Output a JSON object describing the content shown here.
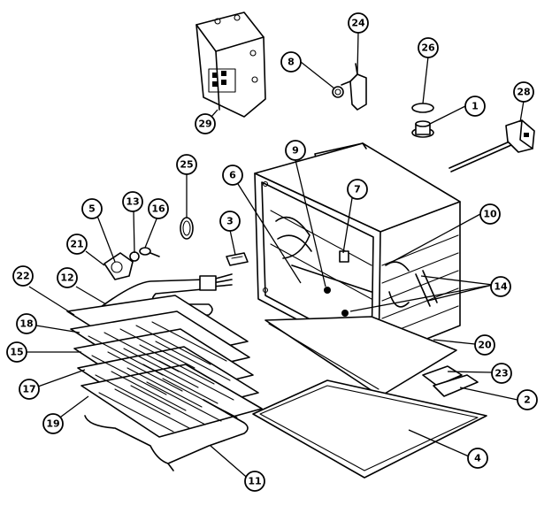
{
  "callouts": [
    {
      "id": "c29",
      "label": "29"
    },
    {
      "id": "c8",
      "label": "8"
    },
    {
      "id": "c24",
      "label": "24"
    },
    {
      "id": "c26",
      "label": "26"
    },
    {
      "id": "c1",
      "label": "1"
    },
    {
      "id": "c28",
      "label": "28"
    },
    {
      "id": "c25",
      "label": "25"
    },
    {
      "id": "c9",
      "label": "9"
    },
    {
      "id": "c6",
      "label": "6"
    },
    {
      "id": "c7",
      "label": "7"
    },
    {
      "id": "c10",
      "label": "10"
    },
    {
      "id": "c5",
      "label": "5"
    },
    {
      "id": "c13",
      "label": "13"
    },
    {
      "id": "c16",
      "label": "16"
    },
    {
      "id": "c3",
      "label": "3"
    },
    {
      "id": "c21",
      "label": "21"
    },
    {
      "id": "c22",
      "label": "22"
    },
    {
      "id": "c12",
      "label": "12"
    },
    {
      "id": "c14",
      "label": "14"
    },
    {
      "id": "c18",
      "label": "18"
    },
    {
      "id": "c20",
      "label": "20"
    },
    {
      "id": "c15",
      "label": "15"
    },
    {
      "id": "c23",
      "label": "23"
    },
    {
      "id": "c17",
      "label": "17"
    },
    {
      "id": "c2",
      "label": "2"
    },
    {
      "id": "c19",
      "label": "19"
    },
    {
      "id": "c4",
      "label": "4"
    },
    {
      "id": "c11",
      "label": "11"
    }
  ]
}
